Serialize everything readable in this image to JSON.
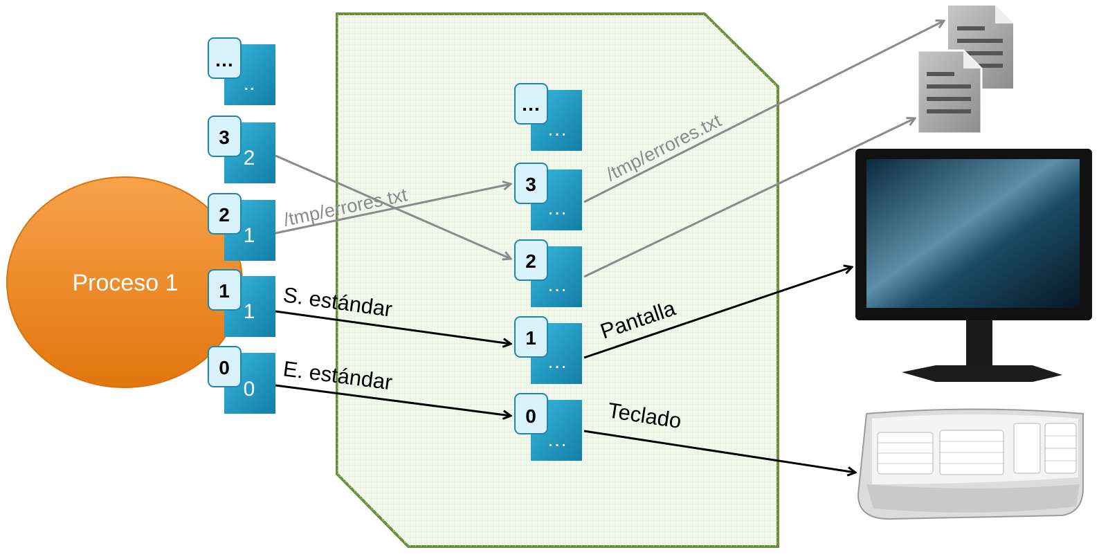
{
  "process": {
    "label": "Proceso 1",
    "color": "#f0891e"
  },
  "user_fds": [
    {
      "badge": "…",
      "value": ".."
    },
    {
      "badge": "3",
      "value": "2"
    },
    {
      "badge": "2",
      "value": "1"
    },
    {
      "badge": "1",
      "value": "1"
    },
    {
      "badge": "0",
      "value": "0"
    }
  ],
  "kernel_fds": [
    {
      "badge": "…",
      "value": "…"
    },
    {
      "badge": "3",
      "value": "…"
    },
    {
      "badge": "2",
      "value": "…"
    },
    {
      "badge": "1",
      "value": "…"
    },
    {
      "badge": "0",
      "value": "…"
    }
  ],
  "labels": {
    "errores_left": "/tmp/errores.txt",
    "errores_right": "/tmp/errores.txt",
    "salida": "S. estándar",
    "entrada": "E. estándar",
    "pantalla": "Pantalla",
    "teclado": "Teclado"
  },
  "devices": {
    "files": "document-icon",
    "monitor": "monitor-icon",
    "keyboard": "keyboard-icon"
  },
  "colors": {
    "fd_box": "#1e9cc4",
    "badge_fill": "#d9f2fb",
    "panel_fill": "#f2f7ec",
    "panel_border": "#6b8e3a"
  }
}
